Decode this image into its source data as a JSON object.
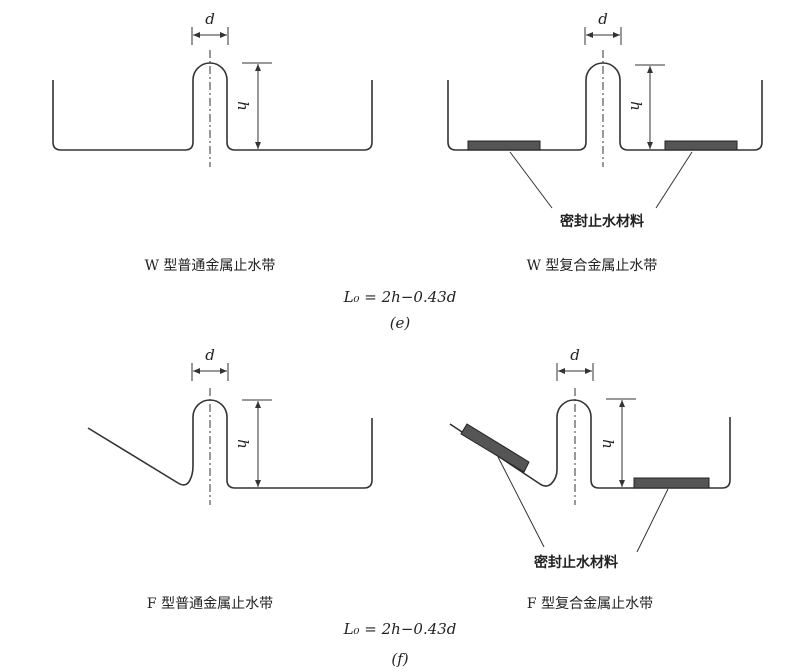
{
  "labels": {
    "d": "d",
    "h": "h",
    "seal": "密封止水材料"
  },
  "panel_e": {
    "left_caption": "W 型普通金属止水带",
    "right_caption": "W 型复合金属止水带",
    "formula": "L₀ = 2h−0.43d",
    "tag": "(e)"
  },
  "panel_f": {
    "left_caption": "F 型普通金属止水带",
    "right_caption": "F 型复合金属止水带",
    "formula": "L₀ = 2h−0.43d",
    "tag": "(f)"
  },
  "colors": {
    "line": "#333333",
    "seal_fill": "#555555"
  }
}
